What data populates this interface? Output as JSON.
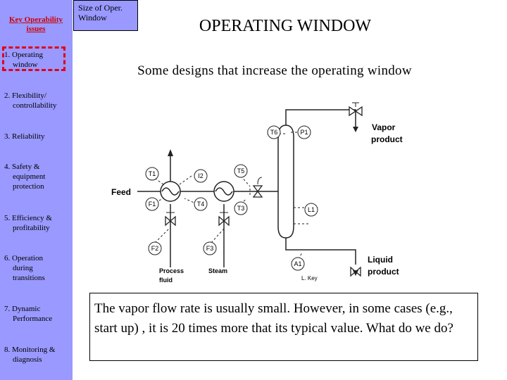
{
  "sidebar": {
    "title": "Key Operability issues",
    "items": [
      {
        "line1": "1. Operating",
        "line2": "window"
      },
      {
        "line1": "2. Flexibility/",
        "line2": "controllability"
      },
      {
        "line1": "3. Reliability",
        "line2": ""
      },
      {
        "line1": "4. Safety &",
        "line2": "equipment protection"
      },
      {
        "line1": "5. Efficiency &",
        "line2": "profitability"
      },
      {
        "line1": "6. Operation",
        "line2": "during transitions"
      },
      {
        "line1": "7. Dynamic",
        "line2": "Performance"
      },
      {
        "line1": "8. Monitoring &",
        "line2": "diagnosis"
      }
    ]
  },
  "topic_box": "Size of Oper. Window",
  "title": "OPERATING WINDOW",
  "subtitle": "Some designs that increase the operating window",
  "diagram": {
    "feed": "Feed",
    "vapor1": "Vapor",
    "vapor2": "product",
    "liquid1": "Liquid",
    "liquid2": "product",
    "process1": "Process",
    "process2": "fluid",
    "steam": "Steam",
    "lkey": "L. Key",
    "instruments": {
      "T6": "T6",
      "P1": "P1",
      "T1": "T1",
      "I2": "I2",
      "T5": "T5",
      "F1": "F1",
      "T4": "T4",
      "T3": "T3",
      "L1": "L1",
      "F2": "F2",
      "F3": "F3",
      "A1": "A1"
    }
  },
  "body_text": "The vapor flow rate is usually small.  However, in some cases (e.g., start up) , it is 20 times more that its typical value.  What do we do?"
}
